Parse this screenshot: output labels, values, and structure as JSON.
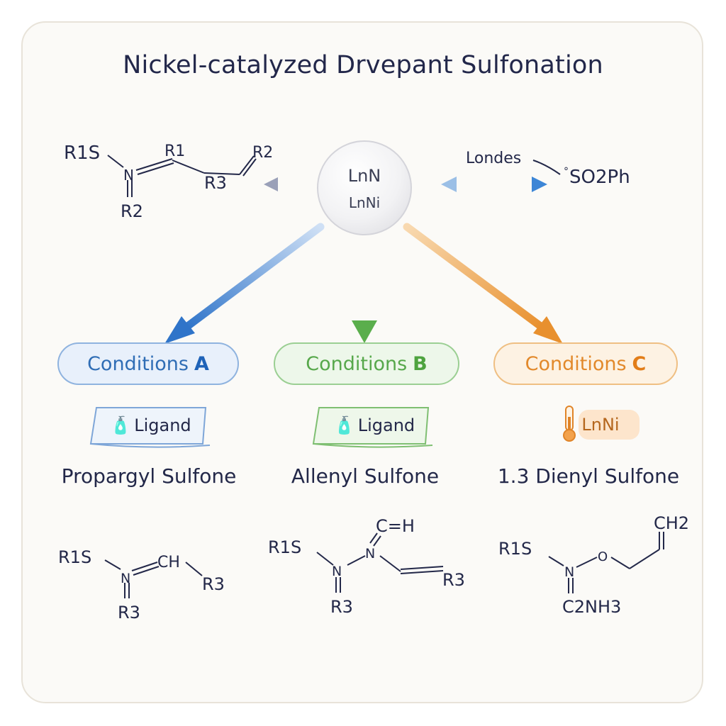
{
  "title": "Nickel-catalyzed Drvepant Sulfonation",
  "catalyst": {
    "line1": "LnN",
    "line2": "LnNi"
  },
  "left_molecule": {
    "r1s": "R1S",
    "n": "N",
    "r1": "R1",
    "r2_top": "R2",
    "r3": "R3",
    "r2_bottom": "R2"
  },
  "right_reagent": {
    "label": "Londes",
    "product": "SO2Ph"
  },
  "conditions": [
    {
      "label": "Conditions",
      "letter": "A",
      "color": "#2f6db5"
    },
    {
      "label": "Conditions",
      "letter": "B",
      "color": "#57a84b"
    },
    {
      "label": "Conditions",
      "letter": "C",
      "color": "#e2892b"
    }
  ],
  "tags": {
    "a": "Ligand",
    "b": "Ligand",
    "c": "LnNi"
  },
  "products": [
    "Propargyl Sulfone",
    "Allenyl Sulfone",
    "1.3 Dienyl Sulfone"
  ],
  "structure_a": {
    "r1s": "R1S",
    "n": "N",
    "ch": "CH",
    "r3_right": "R3",
    "r3_bottom": "R3"
  },
  "structure_b": {
    "r1s": "R1S",
    "n1": "N",
    "n2": "N",
    "ceh": "C=H",
    "r3_right": "R3",
    "r3_bottom": "R3"
  },
  "structure_c": {
    "r1s": "R1S",
    "n": "N",
    "o": "O",
    "ch2": "CH2",
    "c2nh3": "C2NH3"
  }
}
